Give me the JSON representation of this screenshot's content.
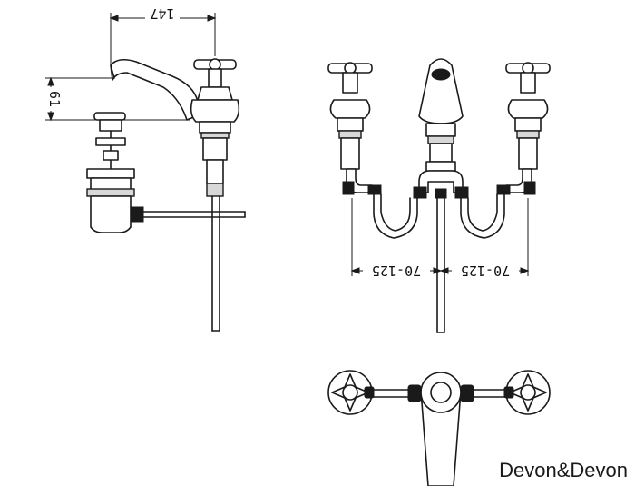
{
  "dimensions": {
    "spout_length": "147",
    "spout_height": "61",
    "spacing_left": "70-125",
    "spacing_right": "70-125"
  },
  "brand": {
    "name": "Devon&Devon"
  },
  "colors": {
    "line": "#1a1a1a",
    "background": "#ffffff"
  }
}
